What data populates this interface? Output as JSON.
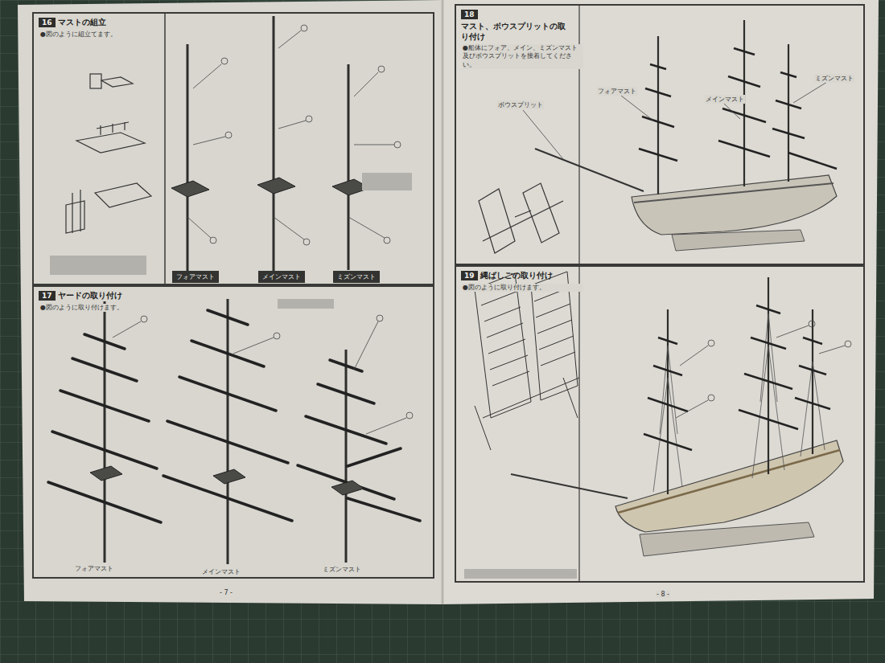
{
  "diagram": {
    "nodes": [
      {
        "text": [
          "16",
          "マストの組立",
          "●図のように組立てます。"
        ]
      },
      {
        "text": [
          "フォアマスト"
        ],
        "in": 0
      },
      {
        "text": [
          "メインマスト"
        ],
        "in": 0
      },
      {
        "text": [
          "ミズンマスト"
        ],
        "in": 0
      },
      {
        "text": [
          "17",
          "ヤードの取り付け",
          "●図のように取り付けます。"
        ]
      },
      {
        "text": [
          "18",
          "マスト、ボウスプリットの取り付け",
          "●船体にフォア、メイン、ミズンマスト及びボウスプリットを接着してください。"
        ]
      },
      {
        "text": [
          "19",
          "縄ばしごの取り付け",
          "●図のように取り付けます。"
        ]
      }
    ],
    "labels": [
      "フォアマスト",
      "メインマスト",
      "ミズンマスト",
      "ボウスプリット",
      "フォアマスト",
      "メインマスト",
      "ミズンマスト",
      "- 7 -",
      "- 8 -"
    ]
  }
}
